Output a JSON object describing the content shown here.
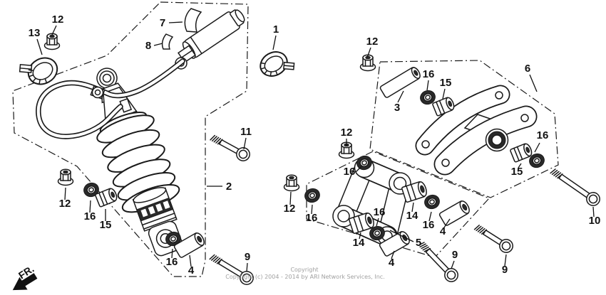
{
  "diagram": {
    "background": "#ffffff",
    "line_color": "#1a1a1a",
    "watermark": {
      "line1": "Copyright",
      "line2": "Copyright (c) 2004 - 2014 by ARI Network Services, Inc.",
      "color": "#a0a0a0"
    },
    "direction_indicator": {
      "label": "FR."
    },
    "callouts": [
      {
        "part": "hose-clamp",
        "label": "13"
      },
      {
        "part": "flange-nut",
        "label": "12"
      },
      {
        "part": "reservoir-rubber",
        "label": "7"
      },
      {
        "part": "rubber-band",
        "label": "8"
      },
      {
        "part": "reservoir-clamp",
        "label": "1"
      },
      {
        "part": "flange-nut",
        "label": "12"
      },
      {
        "part": "long-collar",
        "label": "3"
      },
      {
        "part": "dust-seal",
        "label": "16"
      },
      {
        "part": "side-collar",
        "label": "15"
      },
      {
        "part": "cushion-arm",
        "label": "6"
      },
      {
        "part": "flange-bolt",
        "label": "11"
      },
      {
        "part": "cushion-assembly",
        "label": "2"
      },
      {
        "part": "flange-nut",
        "label": "12"
      },
      {
        "part": "dust-seal",
        "label": "16"
      },
      {
        "part": "flange-nut",
        "label": "12"
      },
      {
        "part": "dust-seal",
        "label": "16"
      },
      {
        "part": "center-bushing",
        "label": "14"
      },
      {
        "part": "dust-seal",
        "label": "16"
      },
      {
        "part": "center-bushing",
        "label": "14"
      },
      {
        "part": "dust-seal",
        "label": "16"
      },
      {
        "part": "collar",
        "label": "4"
      },
      {
        "part": "cushion-link",
        "label": "5"
      },
      {
        "part": "collar",
        "label": "4"
      },
      {
        "part": "flange-bolt",
        "label": "9"
      },
      {
        "part": "flange-bolt",
        "label": "9"
      },
      {
        "part": "flange-bolt",
        "label": "9"
      },
      {
        "part": "flange-bolt",
        "label": "10"
      },
      {
        "part": "flange-nut",
        "label": "12"
      },
      {
        "part": "dust-seal",
        "label": "16"
      },
      {
        "part": "side-collar",
        "label": "15"
      },
      {
        "part": "dust-seal",
        "label": "16"
      },
      {
        "part": "collar",
        "label": "4"
      },
      {
        "part": "side-collar",
        "label": "15"
      },
      {
        "part": "dust-seal",
        "label": "16"
      }
    ]
  }
}
